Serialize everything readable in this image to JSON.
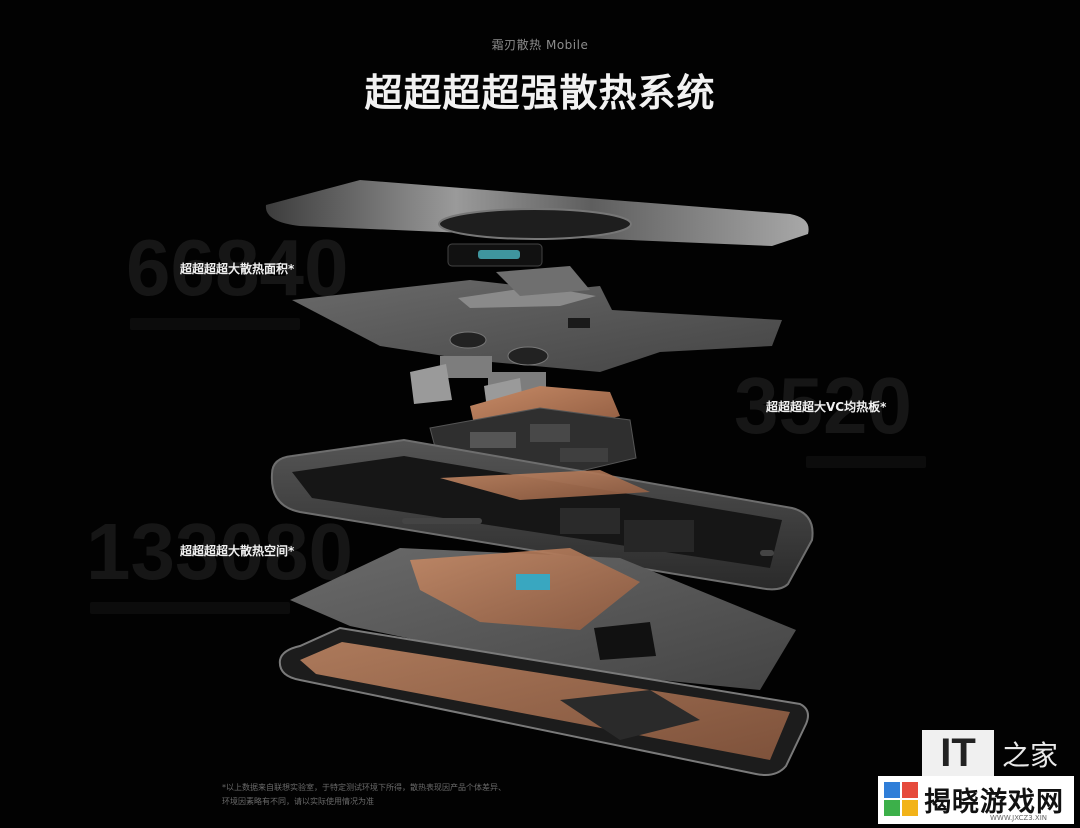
{
  "header": {
    "eyebrow": "霜刃散热 Mobile",
    "title": "超超超超强散热系统"
  },
  "specs": [
    {
      "value": "66840",
      "label": "超超超超大散热面积*"
    },
    {
      "value": "3520",
      "label": "超超超超大VC均热板*"
    },
    {
      "value": "133080",
      "label": "超超超超大散热空间*"
    }
  ],
  "footnote": {
    "line1": "*以上数据来自联想实验室，于特定测试环境下所得，散热表现因产品个体差异、",
    "line2": "环境因素略有不同，请以实际使用情况为准"
  },
  "watermark": {
    "badge": "IT",
    "side": "之家",
    "text": "揭晓游戏网",
    "url": "WWW.JXCZ3.XIN"
  },
  "colors": {
    "background": "#000000",
    "copper": "#b7795a",
    "graphite": "#5b5b5b",
    "frame": "#3a3a3a"
  }
}
